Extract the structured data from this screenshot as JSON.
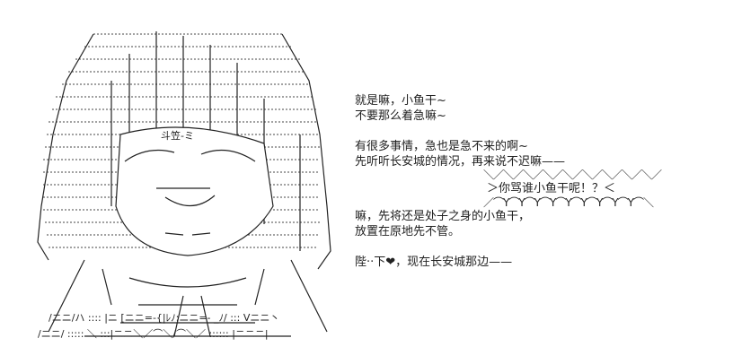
{
  "dialog": {
    "block1": [
      "就是嘛，小鱼干~",
      "不要那么着急嘛~"
    ],
    "block2": [
      "有很多事情，急也是急不来的啊~",
      "先听听长安城的情况，再来说不迟嘛——"
    ],
    "shout": {
      "top": "＼／＼／＼／＼／＼／＼／＼／＼／＼／",
      "text": "＞你骂谁小鱼干呢！？＜",
      "bottom": "／⌒Y⌒Y⌒Y⌒Y⌒Y⌒Y⌒Y⌒Y⌒Y⌒＼"
    },
    "block3": [
      "嘛，先将还是处子之身的小鱼干，",
      "放置在原地先不管。"
    ],
    "block4": "陛··下❤，现在长安城那边——"
  }
}
